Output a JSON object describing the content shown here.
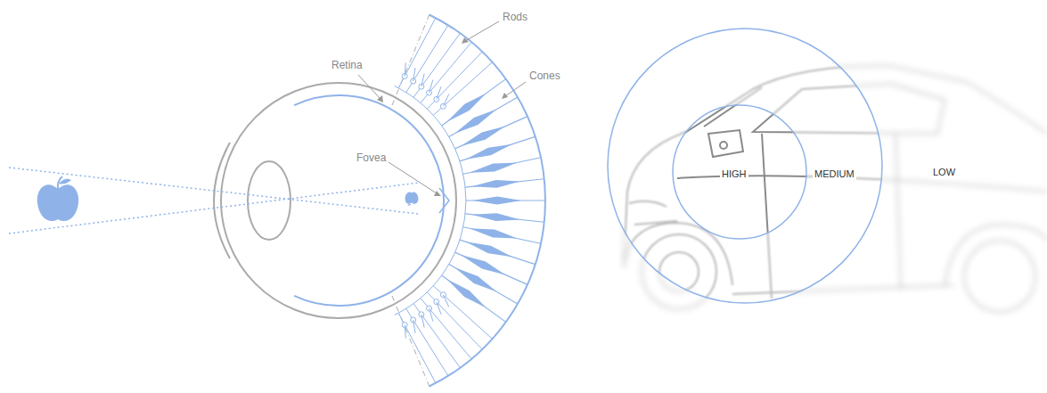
{
  "diagram": {
    "nodes": [
      {
        "text": [
          "MEDIUM"
        ]
      },
      {
        "text": [
          "HIGH"
        ],
        "in": 0
      }
    ],
    "labels": [
      "Rods",
      "Retina",
      "Cones",
      "Fovea",
      "LOW"
    ]
  }
}
